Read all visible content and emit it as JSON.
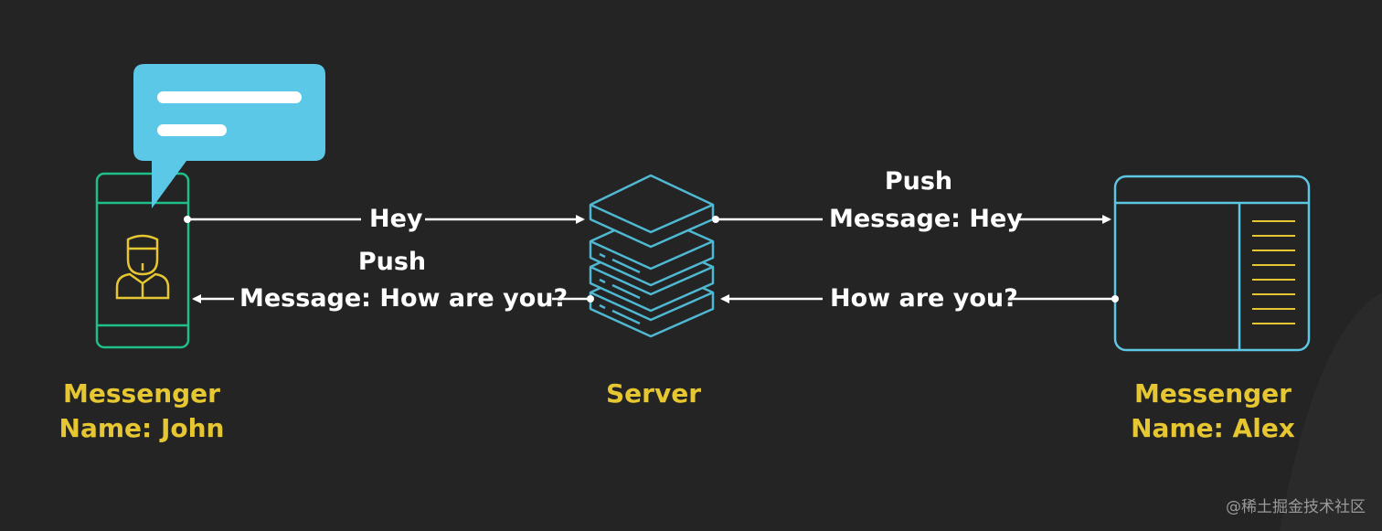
{
  "colors": {
    "background": "#242424",
    "device_green": "#1fbf8c",
    "server_blue": "#4fb8d2",
    "screen_blue": "#5cc6e3",
    "bubble_blue": "#5ac8e6",
    "accent_yellow": "#e6c731",
    "text_white": "#ffffff"
  },
  "nodes": {
    "john": {
      "label_line1": "Messenger",
      "label_line2": "Name: John"
    },
    "server": {
      "label": "Server"
    },
    "alex": {
      "label_line1": "Messenger",
      "label_line2": "Name: Alex"
    }
  },
  "messages": {
    "john_to_server": "Hey",
    "server_to_alex_line1": "Push",
    "server_to_alex_line2": "Message: Hey",
    "alex_to_server": "How are you?",
    "server_to_john_line1": "Push",
    "server_to_john_line2": "Message: How are you?"
  },
  "icons": {
    "phone": "phone-icon",
    "chat": "chat-bubble-icon",
    "user": "user-icon",
    "server": "server-stack-icon",
    "desktop": "desktop-window-icon"
  },
  "watermark": "@稀土掘金技术社区"
}
